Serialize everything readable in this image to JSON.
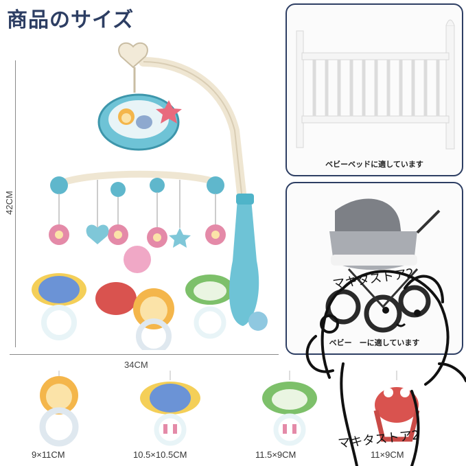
{
  "title": "商品のサイズ",
  "dimensions": {
    "height": "42CM",
    "width": "34CM"
  },
  "panels": [
    {
      "id": "crib",
      "caption": "ベビーベッドに適しています"
    },
    {
      "id": "stroller",
      "caption": "ベビー　ーに適しています"
    }
  ],
  "toys": [
    {
      "id": "lion",
      "size": "9×11CM"
    },
    {
      "id": "elephant",
      "size": "10.5×10.5CM"
    },
    {
      "id": "owl",
      "size": "11.5×9CM"
    },
    {
      "id": "crab",
      "size": "11×9CM"
    }
  ],
  "watermark": {
    "top": "マキタストア2",
    "bottom": "マキタストア2"
  },
  "colors": {
    "title": "#2d3e63",
    "frame": "#2d3e63",
    "teal": "#4fb4c9",
    "pink": "#e48aa8",
    "cream": "#f2ead8"
  }
}
